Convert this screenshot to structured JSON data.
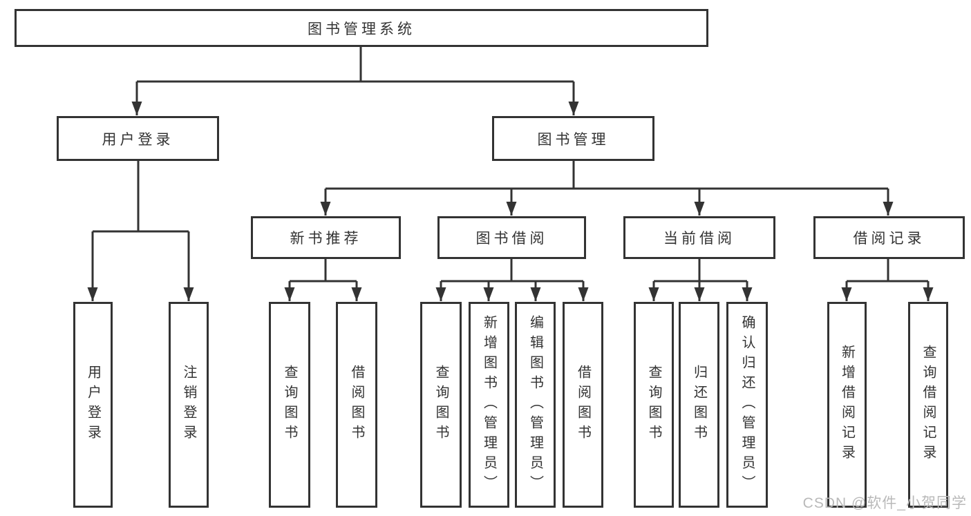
{
  "diagram": {
    "type": "functional-structure-tree",
    "colors": {
      "line": "#333333",
      "box_border": "#333333",
      "box_fill": "#ffffff",
      "text": "#333333",
      "watermark_text": "#b9b9b9",
      "background": "#ffffff"
    },
    "tree": {
      "root": {
        "label": "图书管理系统"
      },
      "branches": [
        {
          "label": "用户登录",
          "children": [
            {
              "label": "用户登录"
            },
            {
              "label": "注销登录"
            }
          ]
        },
        {
          "label": "图书管理",
          "sections": [
            {
              "label": "新书推荐",
              "children": [
                {
                  "label": "查询图书"
                },
                {
                  "label": "借阅图书"
                }
              ]
            },
            {
              "label": "图书借阅",
              "children": [
                {
                  "label": "查询图书"
                },
                {
                  "label": "新增图书（管理员）"
                },
                {
                  "label": "编辑图书（管理员）"
                },
                {
                  "label": "借阅图书"
                }
              ]
            },
            {
              "label": "当前借阅",
              "children": [
                {
                  "label": "查询图书"
                },
                {
                  "label": "归还图书"
                },
                {
                  "label": "确认归还（管理员）"
                }
              ]
            },
            {
              "label": "借阅记录",
              "children": [
                {
                  "label": "新增借阅记录"
                },
                {
                  "label": "查询借阅记录"
                }
              ]
            }
          ]
        }
      ]
    },
    "watermark": "CSDN @软件_小贺同学"
  }
}
